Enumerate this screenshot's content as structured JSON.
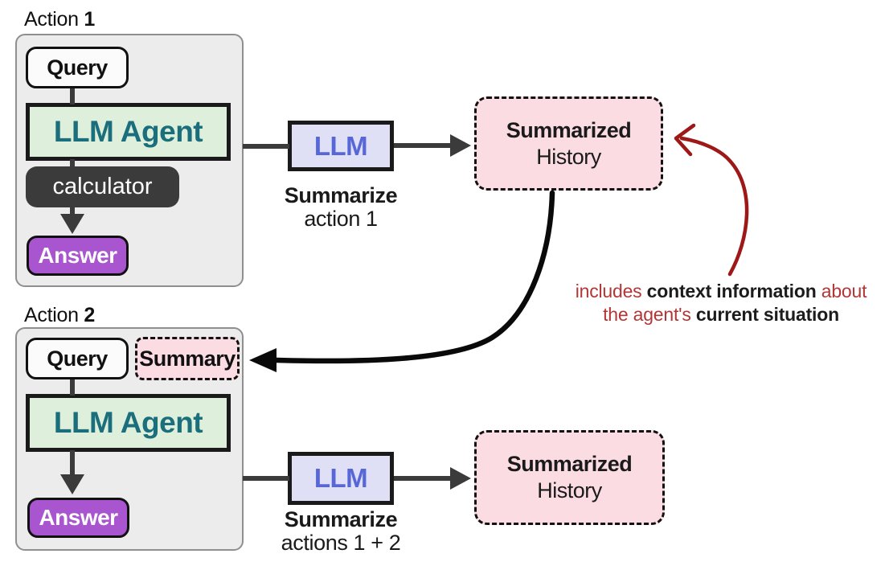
{
  "diagram": {
    "title_semantic": "LLM agent history summarization flow",
    "action1": {
      "label_prefix": "Action ",
      "label_number": "1",
      "query": "Query",
      "agent": "LLM Agent",
      "tool": "calculator",
      "answer": "Answer"
    },
    "action2": {
      "label_prefix": "Action ",
      "label_number": "2",
      "query": "Query",
      "summary": "Summary",
      "agent": "LLM Agent",
      "answer": "Answer"
    },
    "summarizer1": {
      "llm": "LLM",
      "caption_bold": "Summarize",
      "caption_rest": "action 1"
    },
    "summarizer2": {
      "llm": "LLM",
      "caption_bold": "Summarize",
      "caption_rest": "actions 1 + 2"
    },
    "history1": {
      "line1": "Summarized",
      "line2": "History"
    },
    "history2": {
      "line1": "Summarized",
      "line2": "History"
    },
    "annotation": {
      "seg1": "includes ",
      "seg2": "context information",
      "seg3": " about",
      "seg4": "the agent's ",
      "seg5": "current situation"
    },
    "colors": {
      "agent_bg": "#def0dc",
      "agent_text": "#1b6e7c",
      "llm_bg": "#dfe0f5",
      "llm_text": "#5767d8",
      "history_bg": "#fbdce3",
      "answer_bg": "#a855cf",
      "tool_bg": "#3b3b3b",
      "panel_bg": "#ececec",
      "annotation_red": "#b33636",
      "arrow_red": "#9e1818",
      "arrow_dark": "#3b3b3b"
    }
  }
}
